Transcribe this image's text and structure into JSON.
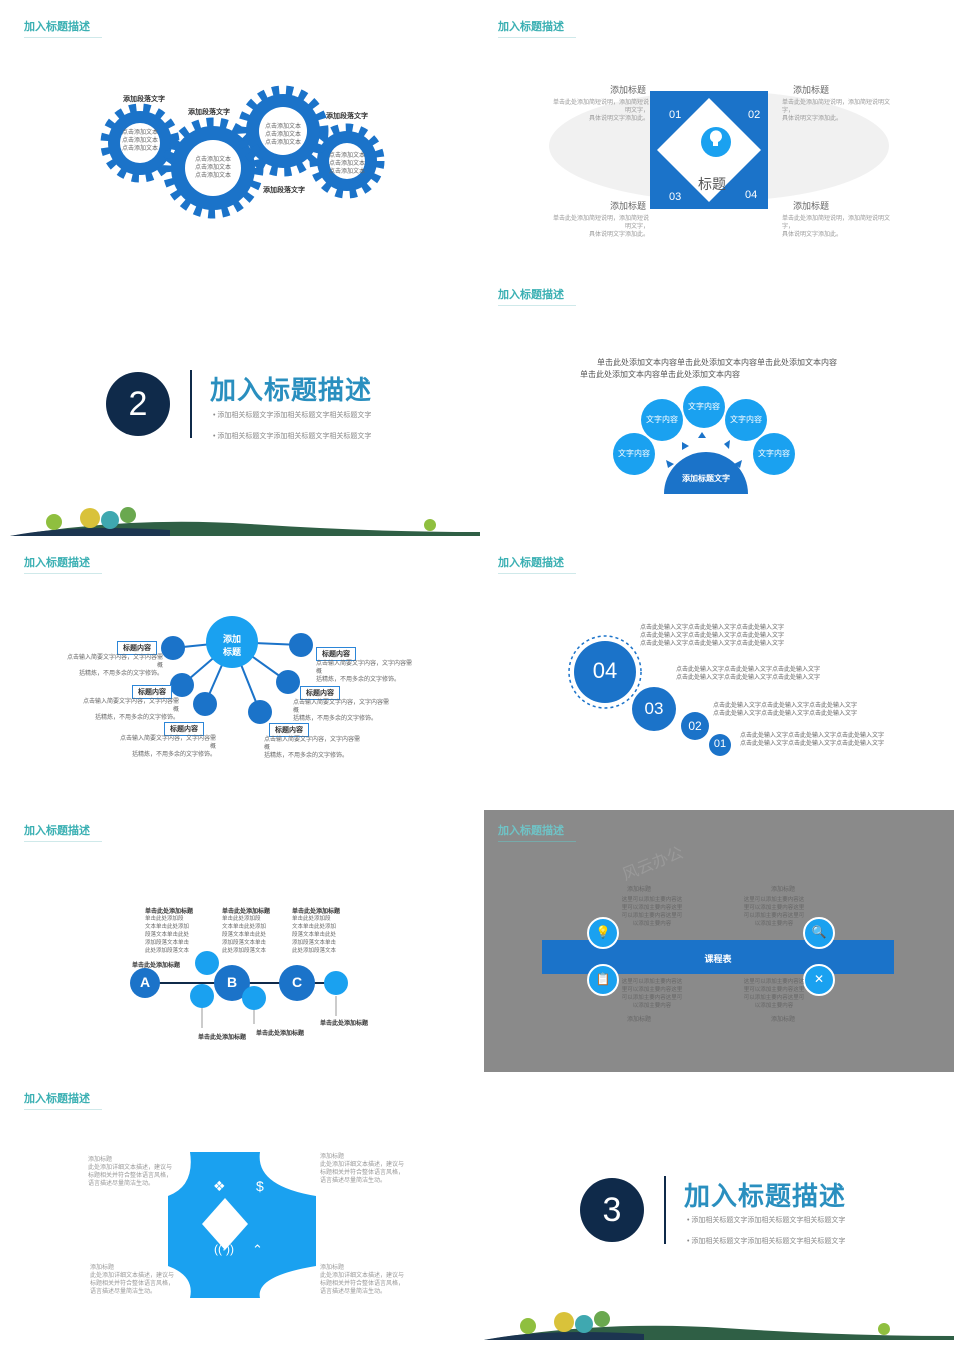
{
  "slide_title": "加入标题描述",
  "gears": {
    "paragraph_label": "添加段落文字",
    "click_text": "点击添加文本"
  },
  "brain": {
    "title_label": "添加标题",
    "desc_line1": "单击此处添加简短说明，添加简短说明文字，",
    "desc_line2": "具体说明文字添加此。",
    "center": "标题",
    "n01": "01",
    "n02": "02",
    "n03": "03",
    "n04": "04"
  },
  "section2": {
    "number": "2",
    "title": "加入标题描述",
    "bullet1": "• 添加相关标题文字添加相关标题文字相关标题文字",
    "bullet2": "• 添加相关标题文字添加相关标题文字相关标题文字"
  },
  "semicircle": {
    "intro1": "单击此处添加文本内容单击此处添加文本内容单击此处添加文本内容",
    "intro2": "单击此处添加文本内容单击此处添加文本内容",
    "bubble": "文字内容",
    "base": "添加标题文字"
  },
  "hub": {
    "center": "添加\n标题",
    "label": "标题内容",
    "desc1": "点击输入简要文字内容，文字内容需概",
    "desc2": "括精炼，不用多余的文字修饰。"
  },
  "steps": {
    "n04": "04",
    "n03": "03",
    "n02": "02",
    "n01": "01",
    "line_a": "点击此处输入文字点击此处输入文字点击此处输入文字",
    "line_b": "点击此处输入文字点击此处输入文字点击此处输入文字"
  },
  "abc": {
    "heading": "单击此处添加标题",
    "body": [
      "单击此处添加段",
      "文本单击此处添加",
      "段落文本单击此处",
      "添加段落文本单击",
      "此处添加段落文本"
    ],
    "a": "A",
    "b": "B",
    "c": "C"
  },
  "schedule": {
    "title_label": "添加标题",
    "body": [
      "这里可以添加主要内容这",
      "里可以添加主要内容这里",
      "可以添加主要内容这里可",
      "以添加主要内容"
    ],
    "bar": "课程表",
    "watermark": "风云办公"
  },
  "cross": {
    "title_label": "添加标题",
    "desc1": "此处添加详细文本描述，建议与",
    "desc2": "标题相关并符合整体语言风格，",
    "desc3": "语言描述尽量简洁生动。"
  },
  "section3": {
    "number": "3",
    "title": "加入标题描述",
    "bullet1": "• 添加相关标题文字添加相关标题文字相关标题文字",
    "bullet2": "• 添加相关标题文字添加相关标题文字相关标题文字"
  },
  "colors": {
    "blue": "#1b73c9",
    "light_blue": "#1aa1f0",
    "navy": "#0f2a4a",
    "teal": "#3bb0b3"
  }
}
